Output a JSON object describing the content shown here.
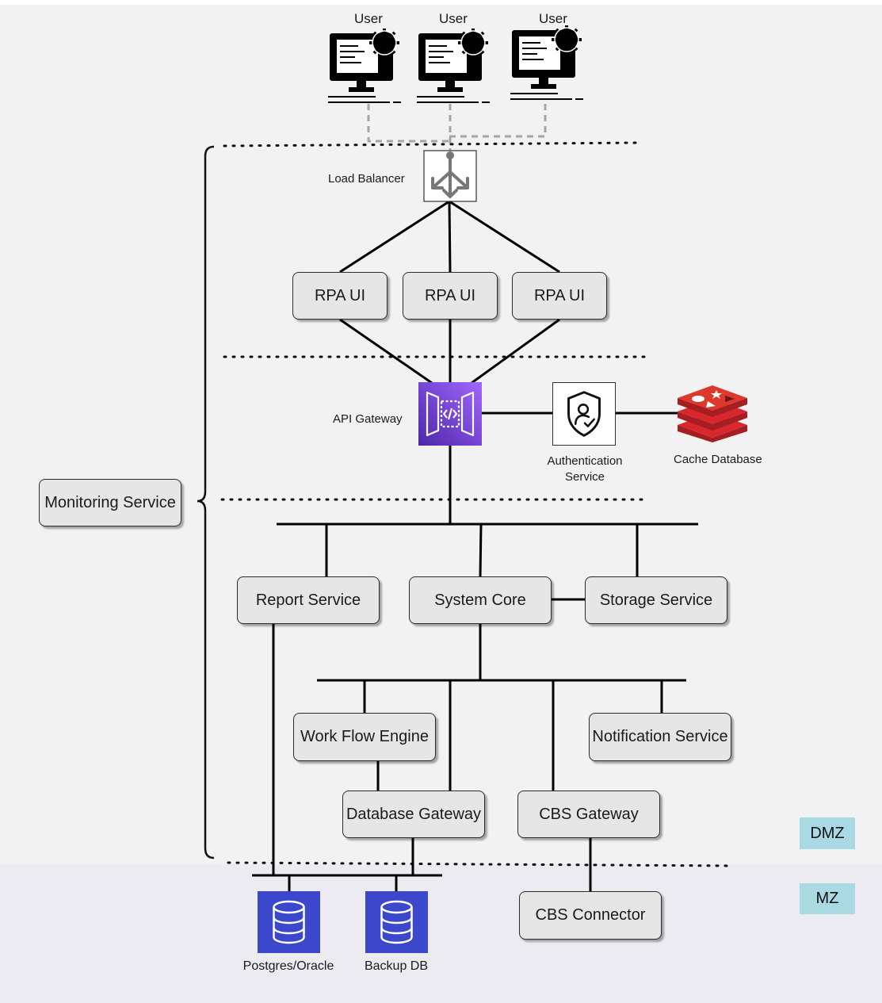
{
  "users": [
    {
      "label": "User",
      "icon": "monitor-gear-icon"
    },
    {
      "label": "User",
      "icon": "monitor-gear-icon"
    },
    {
      "label": "User",
      "icon": "monitor-gear-icon"
    }
  ],
  "load_balancer": {
    "label": "Load Balancer",
    "icon": "load-balancer-icon"
  },
  "rpa_ui": [
    "RPA UI",
    "RPA UI",
    "RPA UI"
  ],
  "api_gateway": {
    "label": "API Gateway",
    "icon": "api-gateway-icon",
    "color": "#7a3ff0"
  },
  "auth_service": {
    "label": "Authentication Service",
    "icon": "shield-user-icon"
  },
  "cache_db": {
    "label": "Cache Database",
    "icon": "redis-stack-icon",
    "color": "#c0272d"
  },
  "monitoring": {
    "label": "Monitoring Service"
  },
  "services": {
    "report": "Report Service",
    "core": "System Core",
    "storage": "Storage Service",
    "workflow": "Work Flow Engine",
    "notification": "Notification Service",
    "db_gateway": "Database Gateway",
    "cbs_gateway": "CBS Gateway",
    "cbs_connector": "CBS Connector"
  },
  "databases": [
    {
      "label": "Postgres/Oracle",
      "icon": "database-icon"
    },
    {
      "label": "Backup DB",
      "icon": "database-icon"
    }
  ],
  "zones": {
    "dmz": "DMZ",
    "mz": "MZ"
  },
  "colors": {
    "db_blue": "#3b48cc",
    "zone_tag": "#a9d9e3"
  }
}
